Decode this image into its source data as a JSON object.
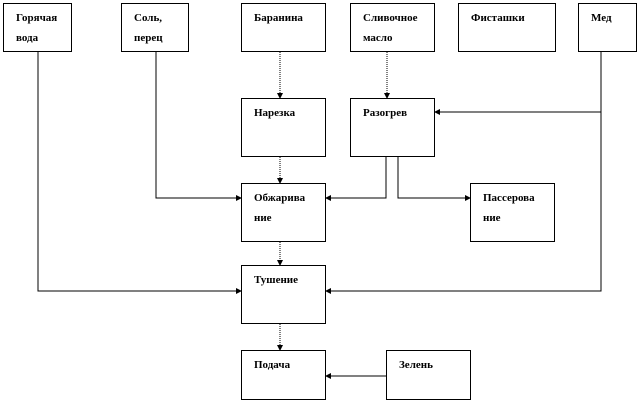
{
  "nodes": {
    "hot_water": "Горячая\nвода",
    "salt_pepper": "Соль,\nперец",
    "lamb": "Баранина",
    "butter": "Сливочное\nмасло",
    "pistachios": "Фисташки",
    "honey": "Мед",
    "cutting": "Нарезка",
    "heating": "Разогрев",
    "frying": "Обжарива\nние",
    "sauteing": "Пассерова\nние",
    "stewing": "Тушение",
    "serving": "Подача",
    "greens": "Зелень"
  }
}
